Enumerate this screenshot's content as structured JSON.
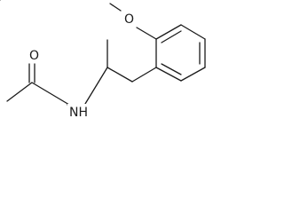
{
  "molecule": {
    "atoms": [
      {
        "id": "methoxy-oxygen",
        "symbol": "O"
      },
      {
        "id": "carbonyl-oxygen",
        "symbol": "O"
      },
      {
        "id": "amide-nitrogen",
        "symbol": "NH"
      }
    ],
    "bond_color": "#1a1a1a",
    "background": "#ffffff"
  }
}
